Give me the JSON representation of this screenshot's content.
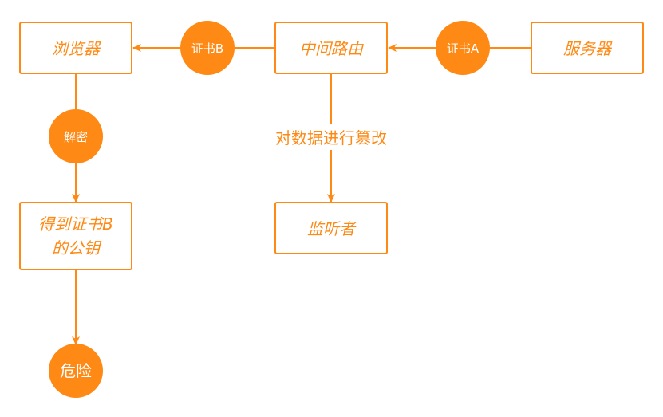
{
  "colors": {
    "accent": "#fe8914",
    "background": "#ffffff"
  },
  "nodes": {
    "browser": "浏览器",
    "router": "中间路由",
    "server": "服务器",
    "eavesdropper": "监听者",
    "get_cert_line1": "得到证书B",
    "get_cert_line2": "的公钥"
  },
  "badges": {
    "cert_b": "证书B",
    "cert_a": "证书A",
    "decrypt": "解密",
    "danger": "危险"
  },
  "edges": {
    "tamper_label": "对数据进行篡改"
  }
}
